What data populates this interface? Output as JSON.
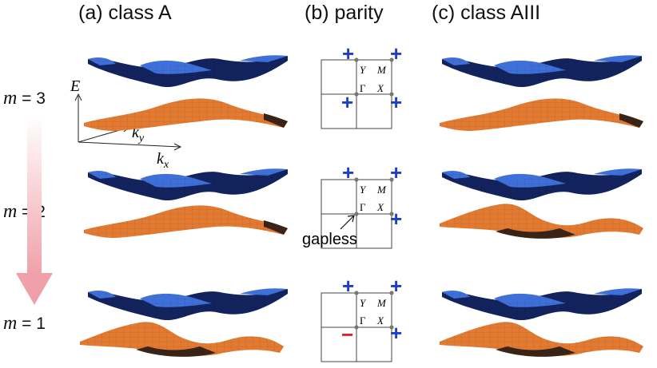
{
  "headers": {
    "class_a": "(a) class A",
    "parity": "(b) parity",
    "class_aiii": "(c) class AIII"
  },
  "rows": [
    {
      "m_symbol": "m",
      "m_rest": " = 3",
      "signs": {
        "gamma": "+",
        "x": "+",
        "y": "+",
        "m": "+"
      }
    },
    {
      "m_symbol": "m",
      "m_rest": " = 2",
      "signs": {
        "gamma": "",
        "x": "+",
        "y": "+",
        "m": "+"
      },
      "annotation": "gapless"
    },
    {
      "m_symbol": "m",
      "m_rest": " = 1",
      "signs": {
        "gamma": "−",
        "x": "+",
        "y": "+",
        "m": "+"
      }
    }
  ],
  "axes": {
    "energy": "E",
    "ky": "k",
    "ky_sub": "y",
    "kx": "k",
    "kx_sub": "x"
  },
  "bz_labels": {
    "gamma": "Γ",
    "x": "X",
    "y": "Y",
    "m": "M"
  },
  "colors": {
    "upper_band_dark": "#13235e",
    "upper_band_light": "#3f6fd8",
    "lower_band": "#e37a32",
    "lower_band_shadow": "#3a2418",
    "plus_sign": "#1f3dcc",
    "minus_sign": "#d8202a",
    "arrow": "#f2a6ac"
  }
}
